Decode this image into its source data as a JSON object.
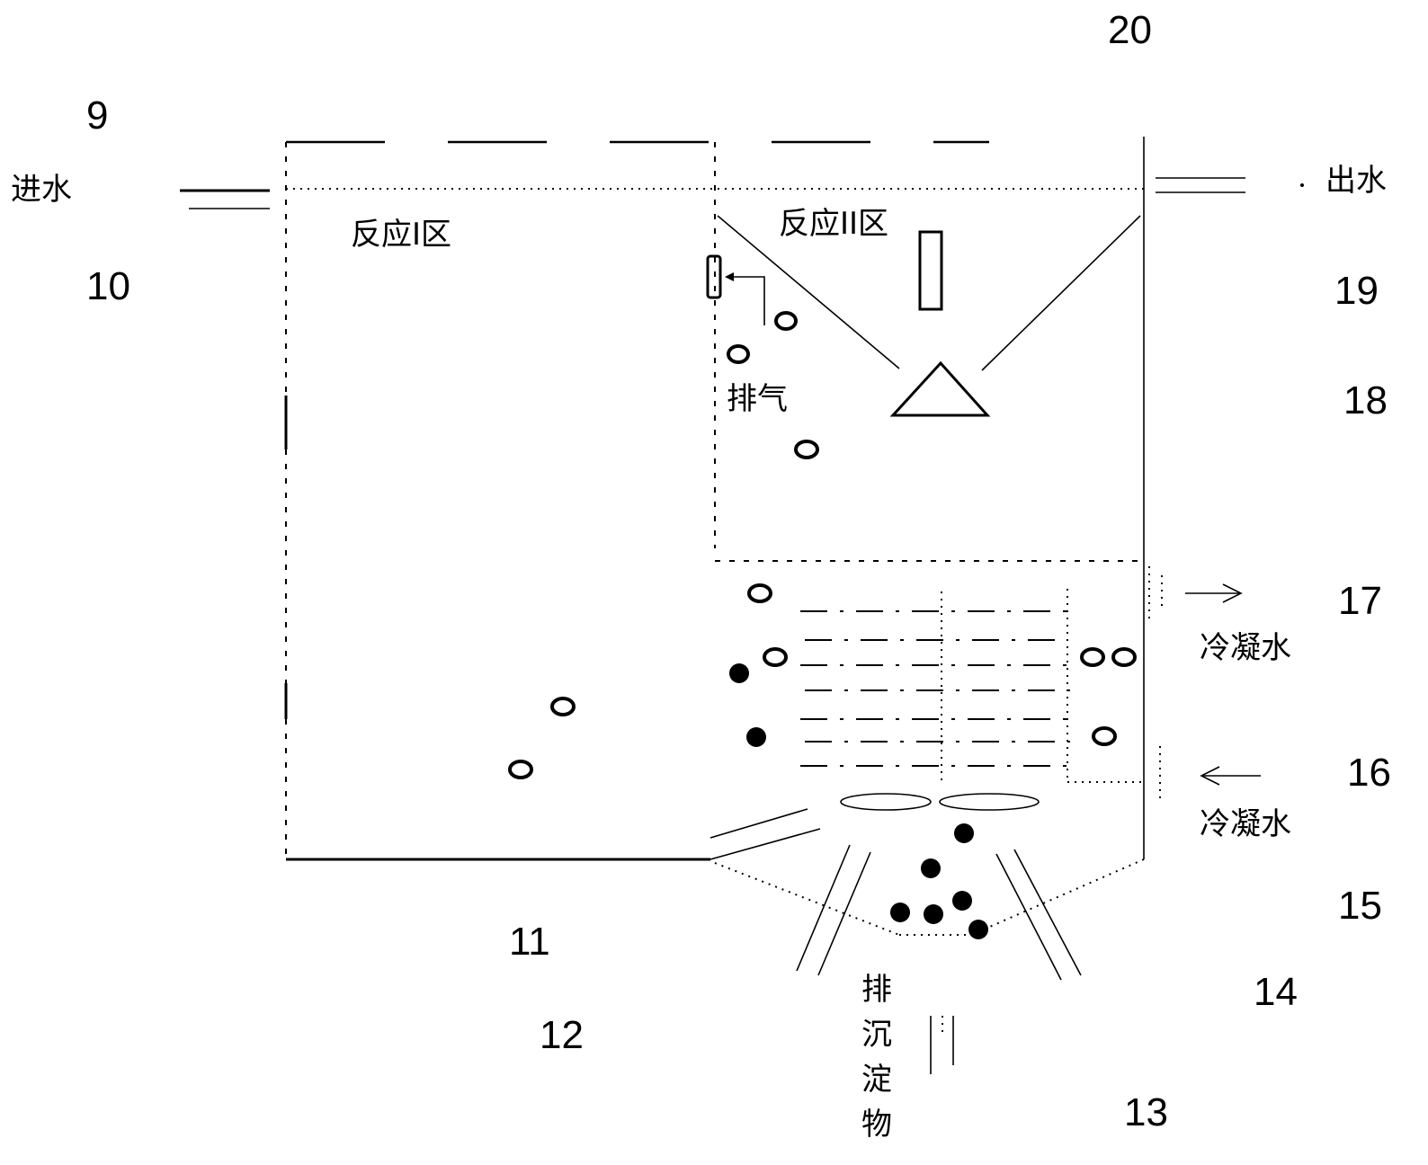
{
  "labels": {
    "inlet": "进水",
    "outlet": "出水",
    "zone1": "反应I区",
    "zone2": "反应II区",
    "exhaust": "排气",
    "condensate_out": "冷凝水",
    "condensate_in": "冷凝水",
    "sediment": [
      "排",
      "沉",
      "淀",
      "物"
    ]
  },
  "numbers": {
    "n9": "9",
    "n10": "10",
    "n11": "11",
    "n12": "12",
    "n13": "13",
    "n14": "14",
    "n15": "15",
    "n16": "16",
    "n17": "17",
    "n18": "18",
    "n19": "19",
    "n20": "20"
  }
}
